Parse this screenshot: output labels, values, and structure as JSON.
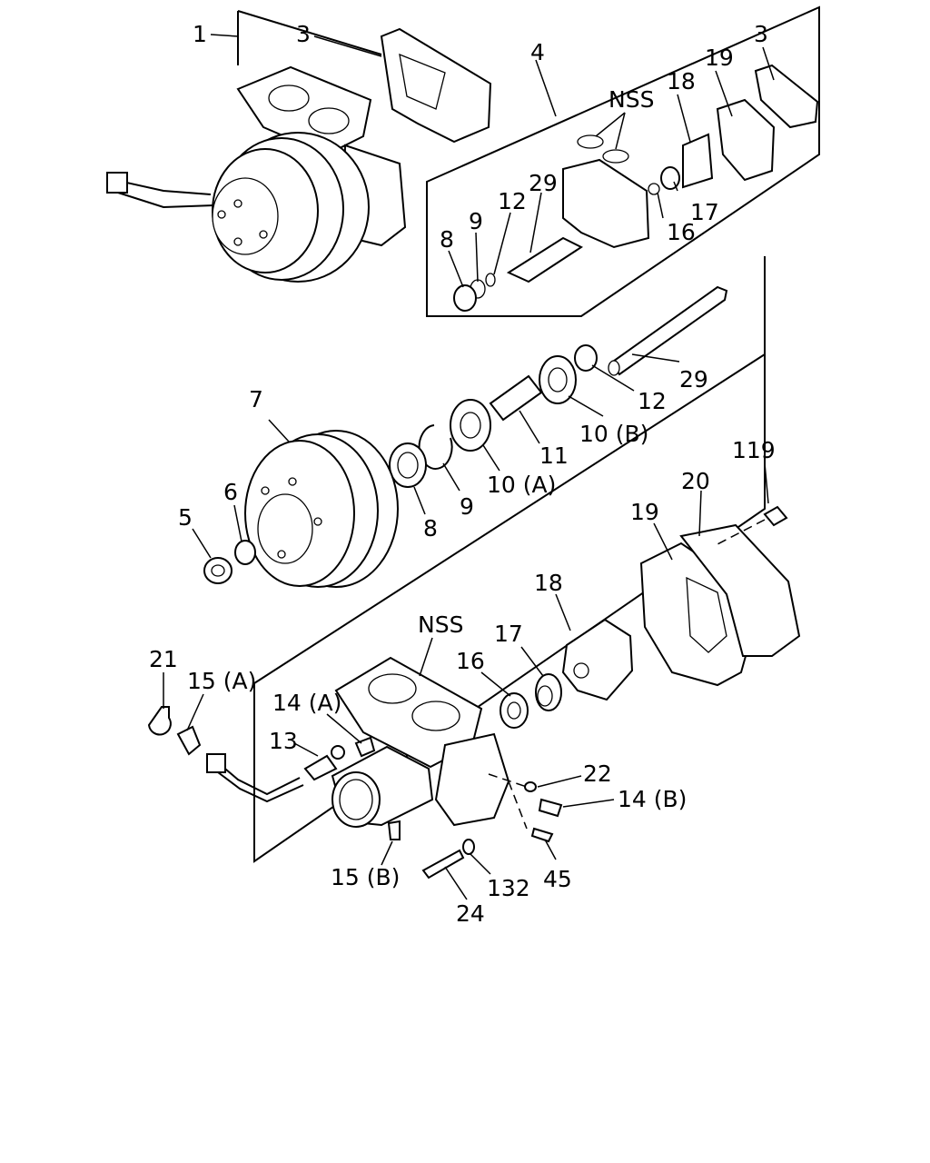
{
  "labels": {
    "l1": "1",
    "l3a": "3",
    "l4": "4",
    "lnss1": "NSS",
    "l18a": "18",
    "l19a": "19",
    "l3b": "3",
    "l29a": "29",
    "l12a": "12",
    "l9a": "9",
    "l8a": "8",
    "l17a": "17",
    "l16a": "16",
    "l29b": "29",
    "l12b": "12",
    "l10b": "10 (B)",
    "l11": "11",
    "l10a": "10 (A)",
    "l9b": "9",
    "l8b": "8",
    "l7": "7",
    "l6": "6",
    "l5": "5",
    "l119": "119",
    "l20": "20",
    "l19b": "19",
    "l18b": "18",
    "lnss2": "NSS",
    "l17b": "17",
    "l16b": "16",
    "l21": "21",
    "l15a": "15 (A)",
    "l14a": "14 (A)",
    "l13": "13",
    "l22": "22",
    "l14b": "14 (B)",
    "l15b": "15 (B)",
    "l132": "132",
    "l45": "45",
    "l24": "24"
  }
}
